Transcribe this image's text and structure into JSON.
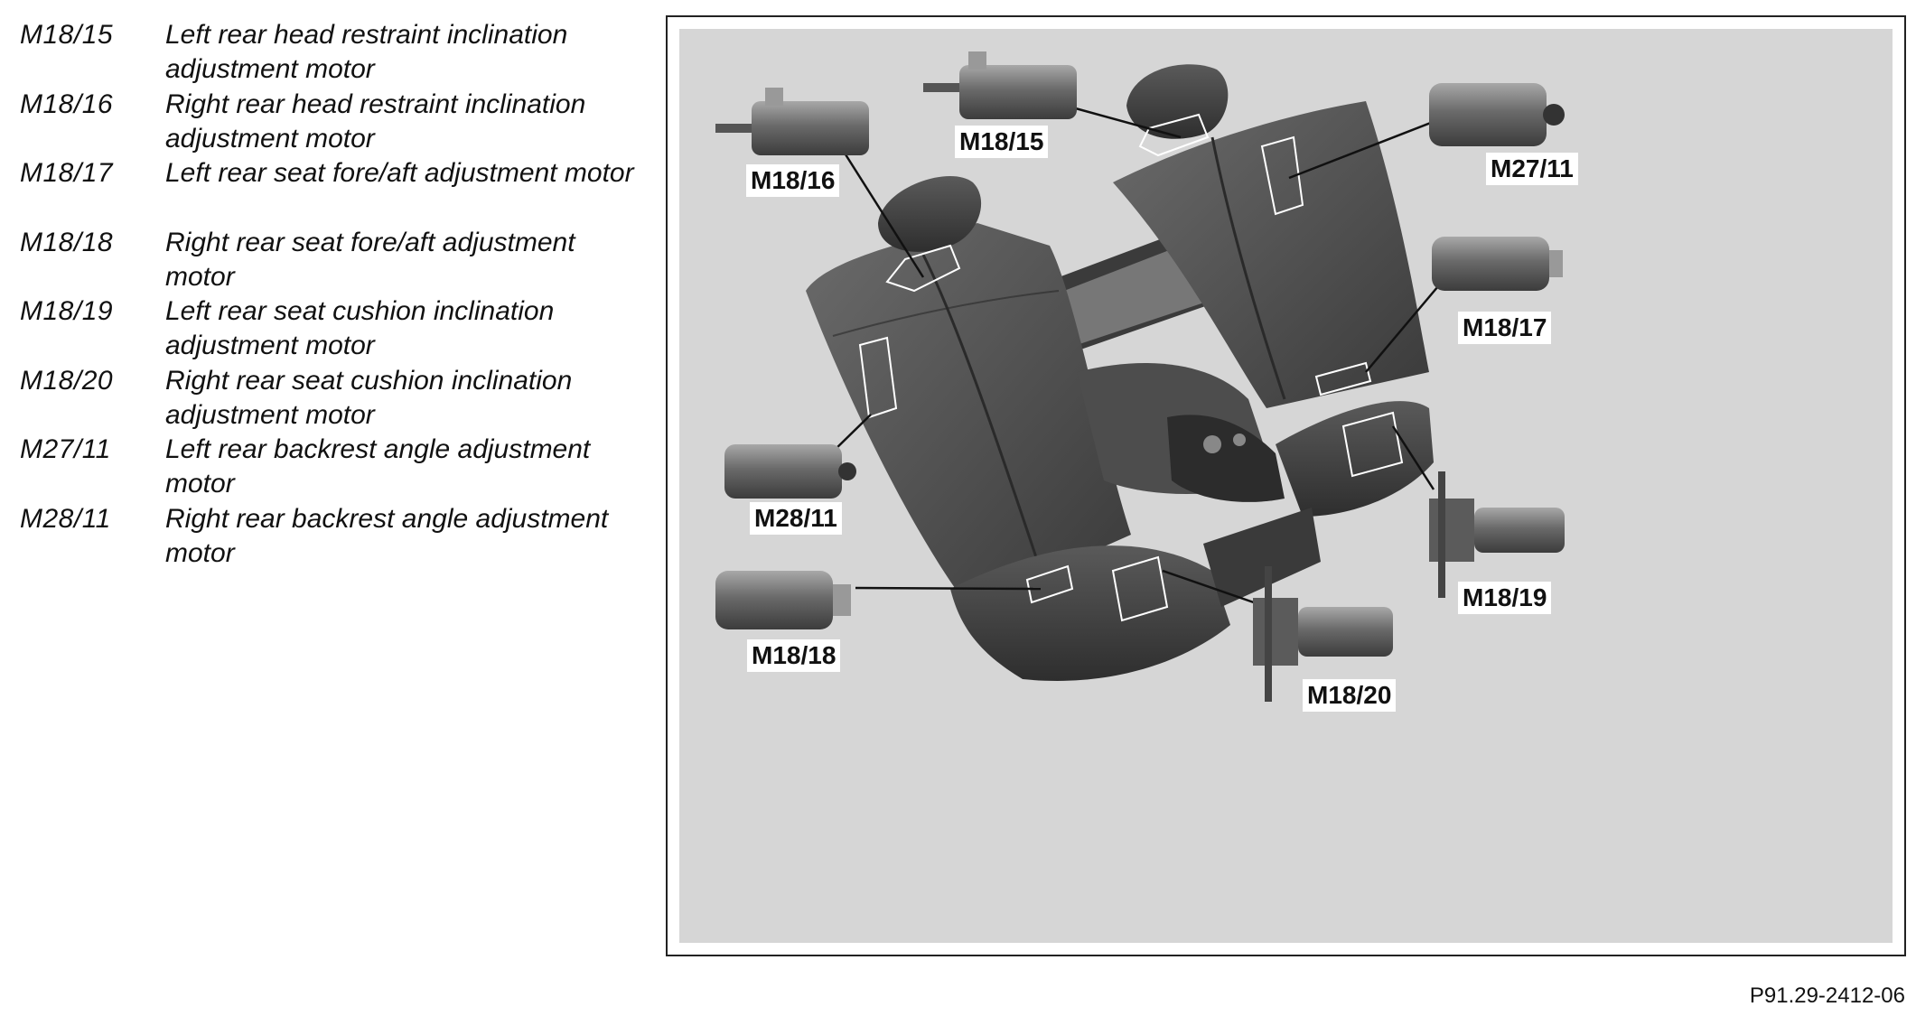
{
  "legend": [
    {
      "code": "M18/15",
      "description": "Left rear head restraint inclination adjustment motor"
    },
    {
      "code": "M18/16",
      "description": "Right rear head restraint inclination adjustment motor"
    },
    {
      "code": "M18/17",
      "description": "Left rear seat fore/aft adjustment motor"
    },
    {
      "code": "M18/18",
      "description": "Right rear seat fore/aft adjustment motor"
    },
    {
      "code": "M18/19",
      "description": "Left rear seat cushion inclination adjustment motor"
    },
    {
      "code": "M18/20",
      "description": "Right rear seat cushion inclination adjustment motor"
    },
    {
      "code": "M27/11",
      "description": "Left rear backrest angle adjustment motor"
    },
    {
      "code": "M28/11",
      "description": "Right rear backrest angle adjustment motor"
    }
  ],
  "callouts": {
    "m18_15": "M18/15",
    "m18_16": "M18/16",
    "m18_17": "M18/17",
    "m18_18": "M18/18",
    "m18_19": "M18/19",
    "m18_20": "M18/20",
    "m27_11": "M27/11",
    "m28_11": "M28/11"
  },
  "figure_id": "P91.29-2412-06",
  "colors": {
    "background": "#d6d6d6",
    "seat_leather": "#4a4a4a",
    "seat_highlight": "#6e6e6e",
    "motor_body": "#7a7a7a",
    "leader_line": "#111111"
  }
}
